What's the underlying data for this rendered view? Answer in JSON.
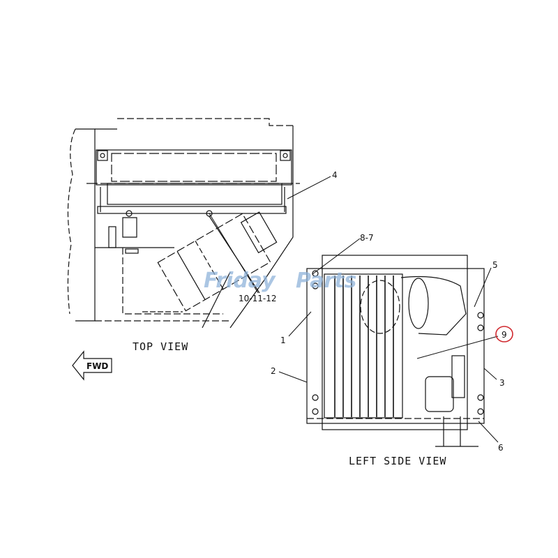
{
  "diagram": {
    "views": [
      {
        "id": "top",
        "title": "TOP VIEW"
      },
      {
        "id": "left",
        "title": "LEFT SIDE VIEW"
      }
    ],
    "direction_indicator": {
      "label": "FWD",
      "direction": "left"
    },
    "callouts": [
      {
        "id": "c4",
        "label": "4",
        "view": "top"
      },
      {
        "id": "c10",
        "label": "10-11-12",
        "view": "top"
      },
      {
        "id": "c87",
        "label": "8-7",
        "view": "left"
      },
      {
        "id": "c5",
        "label": "5",
        "view": "left"
      },
      {
        "id": "c1",
        "label": "1",
        "view": "left"
      },
      {
        "id": "c9",
        "label": "9",
        "view": "left",
        "highlighted": true,
        "highlight_color": "#d0282e"
      },
      {
        "id": "c2",
        "label": "2",
        "view": "left"
      },
      {
        "id": "c3",
        "label": "3",
        "view": "left"
      },
      {
        "id": "c6",
        "label": "6",
        "view": "left"
      }
    ],
    "watermark": {
      "text_a": "Friday",
      "text_b": "Parts"
    },
    "colors": {
      "line": "#111111",
      "highlight": "#d0282e",
      "watermark_blue": "#8fb3da",
      "watermark_orange": "#f2b35a"
    }
  }
}
